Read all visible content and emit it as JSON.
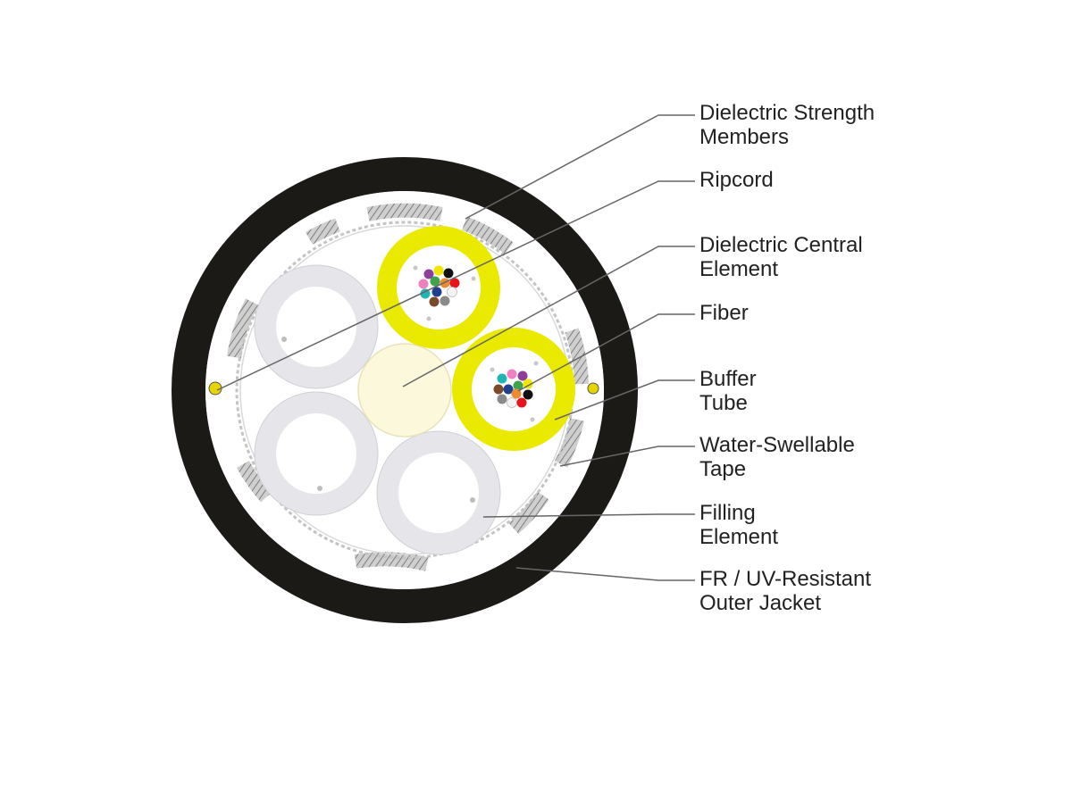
{
  "diagram": {
    "labels": [
      {
        "id": "strength-members",
        "lines": [
          "Dielectric Strength",
          "Members"
        ]
      },
      {
        "id": "ripcord",
        "lines": [
          "Ripcord"
        ]
      },
      {
        "id": "central-element",
        "lines": [
          "Dielectric Central",
          "Element"
        ]
      },
      {
        "id": "fiber",
        "lines": [
          "Fiber"
        ]
      },
      {
        "id": "buffer-tube",
        "lines": [
          "Buffer",
          "Tube"
        ]
      },
      {
        "id": "water-swellable-tape",
        "lines": [
          "Water-Swellable",
          "Tape"
        ]
      },
      {
        "id": "filling-element",
        "lines": [
          "Filling",
          "Element"
        ]
      },
      {
        "id": "outer-jacket",
        "lines": [
          "FR / UV-Resistant",
          "Outer Jacket"
        ]
      }
    ],
    "colors": {
      "jacket": "#1c1a17",
      "buffer_tube": "#eaea00",
      "filling_element": "#e6e6ea",
      "central_element": "#fbf8dc",
      "leader_line": "#666666",
      "strength_member": "#b9b9b9"
    },
    "fiber_colors": [
      "#1f3f8f",
      "#ef8a2f",
      "#3fa34d",
      "#7a4a2a",
      "#8a8a8a",
      "#f4f4f4",
      "#e8141b",
      "#111111",
      "#f2e500",
      "#8e3f9a",
      "#ee82c0",
      "#20b5b5"
    ]
  }
}
